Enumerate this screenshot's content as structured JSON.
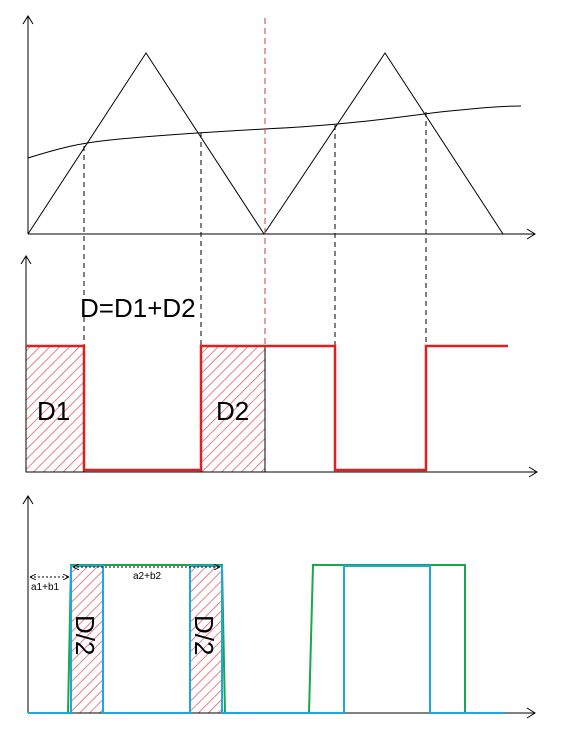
{
  "labels": {
    "duty_equation": "D=D1+D2",
    "d1": "D1",
    "d2": "D2",
    "d_half_left": "D/2",
    "d_half_right": "D/2",
    "gap_left": "a1+b1",
    "gap_right": "a2+b2"
  },
  "colors": {
    "axis": "#000000",
    "red": "#e02020",
    "red_dashed": "#c04040",
    "hatch": "#e06070",
    "green": "#1aa64a",
    "blue": "#1ea6e0"
  }
}
